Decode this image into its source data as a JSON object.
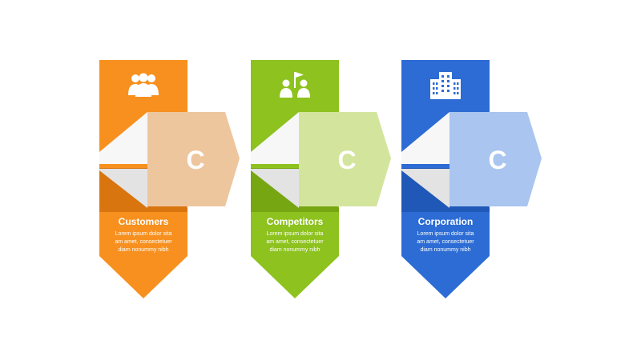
{
  "cards": [
    {
      "title": "Customers",
      "letter": "C",
      "lines": [
        "Lorem ipsum dolor sita",
        "am amet, consectetuer",
        "diam nonummy nibh"
      ],
      "icon": "people-group-icon",
      "colors": {
        "main": "#F7901E",
        "dark": "#D9750F",
        "light": "#EEC69E"
      }
    },
    {
      "title": "Competitors",
      "letter": "C",
      "lines": [
        "Lorem ipsum dolor sita",
        "am amet, consectetuer",
        "diam nonummy nibh"
      ],
      "icon": "people-flag-icon",
      "colors": {
        "main": "#8DC21F",
        "dark": "#76A612",
        "light": "#D3E59C"
      }
    },
    {
      "title": "Corporation",
      "letter": "C",
      "lines": [
        "Lorem ipsum dolor sita",
        "am amet, consectetuer",
        "diam nonummy nibh"
      ],
      "icon": "building-icon",
      "colors": {
        "main": "#2C6CD4",
        "dark": "#1F58B7",
        "light": "#A9C5F0"
      }
    }
  ],
  "fold_colors": {
    "white": "#F7F7F7",
    "shade": "#E3E3E3"
  }
}
